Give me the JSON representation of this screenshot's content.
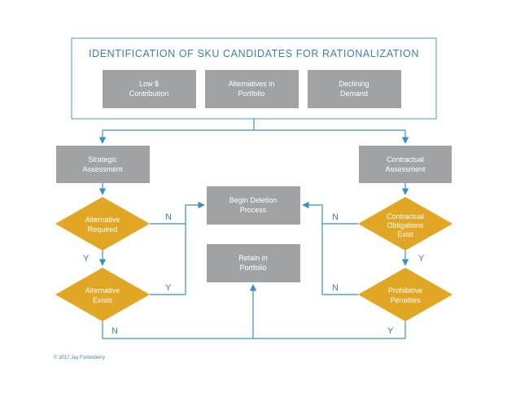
{
  "title": "IDENTIFICATION OF SKU CANDIDATES FOR RATIONALIZATION",
  "criteria": [
    [
      "Low $",
      "Contribution"
    ],
    [
      "Alternatives in",
      "Portfolio"
    ],
    [
      "Declining",
      "Demand"
    ]
  ],
  "strategic": [
    "Strategic",
    "Assessment"
  ],
  "contractual": [
    "Contractual",
    "Assessment"
  ],
  "alt_required": [
    "Alternative",
    "Required"
  ],
  "alt_exists": [
    "Alternative",
    "Exists"
  ],
  "contract_obligations": [
    "Contractual",
    "Obligations",
    "Exist"
  ],
  "prohibitive": [
    "Prohibitive",
    "Penalties"
  ],
  "begin_deletion": [
    "Begin Deletion",
    "Process"
  ],
  "retain": [
    "Retain in",
    "Portfolio"
  ],
  "labels": {
    "y": "Y",
    "n": "N"
  },
  "copyright": "© 2017 Jay Fortenberry",
  "colors": {
    "accent": "#3a8fc4",
    "box": "#a1a2a4",
    "diamond": "#e0a624"
  }
}
